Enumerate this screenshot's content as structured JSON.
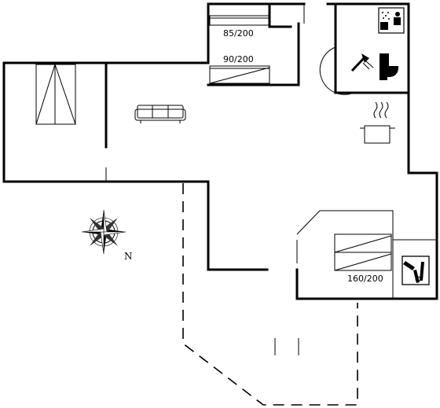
{
  "floorplan": {
    "rooms": {
      "bedroom_upper": {
        "bed_top_label": "85/200",
        "bed_bottom_label": "90/200"
      },
      "bedroom_right": {
        "bed_label": "160/200"
      }
    },
    "icons": {
      "sofa": "sofa-icon",
      "stove": "stove-icon",
      "shower": "shower-icon",
      "toilet": "toilet-icon",
      "sauna": "sauna-icon",
      "utility": "washing-icon",
      "compass": "compass-rose-icon"
    },
    "compass": {
      "north_label": "N"
    }
  }
}
